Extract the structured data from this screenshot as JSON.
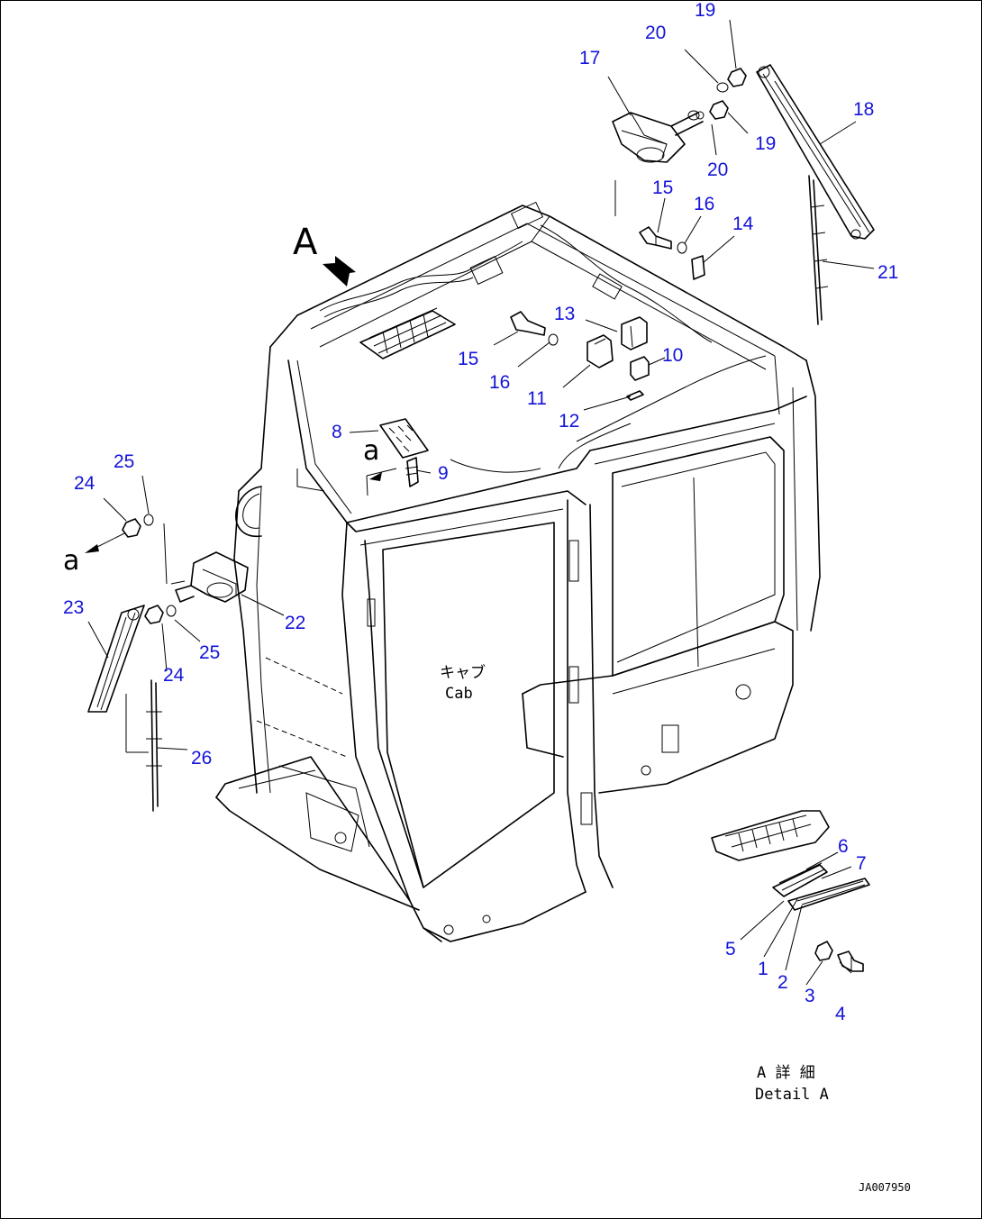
{
  "view_marker": "A",
  "section_marker": "a",
  "cab_label": {
    "japanese": "キャブ",
    "english": "Cab"
  },
  "detail_label": {
    "japanese": "A 詳 細",
    "english": "Detail A"
  },
  "drawing_code": "JA007950",
  "callouts": [
    "1",
    "2",
    "3",
    "4",
    "5",
    "6",
    "7",
    "8",
    "9",
    "10",
    "11",
    "12",
    "13",
    "14",
    "15",
    "16",
    "17",
    "18",
    "19",
    "20",
    "21",
    "22",
    "23",
    "24",
    "25",
    "26"
  ],
  "colors": {
    "callout": "#1414d8",
    "line": "#000000"
  }
}
